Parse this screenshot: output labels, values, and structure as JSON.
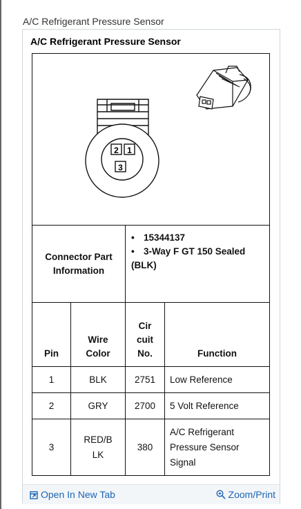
{
  "page_heading": "A/C Refrigerant Pressure Sensor",
  "doc_title": "A/C Refrigerant Pressure Sensor",
  "diagram": {
    "cavity_labels": [
      "2",
      "1",
      "3"
    ]
  },
  "connector": {
    "label": "Connector Part Information",
    "items": [
      "15344137",
      "3-Way F GT 150 Sealed (BLK)"
    ]
  },
  "columns": {
    "pin": "Pin",
    "wire_color": "Wire Color",
    "circuit_no": "Cir cuit No.",
    "function": "Function"
  },
  "rows": [
    {
      "pin": "1",
      "color": "BLK",
      "circuit": "2751",
      "function": "Low Reference"
    },
    {
      "pin": "2",
      "color": "GRY",
      "circuit": "2700",
      "function": "5 Volt Reference"
    },
    {
      "pin": "3",
      "color": "RED/B LK",
      "circuit": "380",
      "function": "A/C Refrigerant Pressure Sensor Signal"
    }
  ],
  "footer": {
    "open_tab": "Open In New Tab",
    "zoom": "Zoom/Print",
    "link_color": "#1b64b4"
  }
}
